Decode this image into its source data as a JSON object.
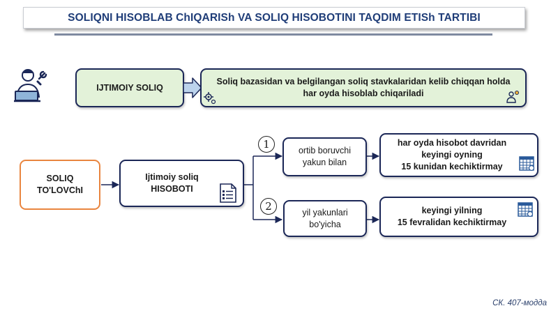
{
  "title": "SOLIQNI HISOBLAB ChIQARISh VA SOLIQ HISOBOTINI TAQDIM ETISh TARTIBI",
  "top_row": {
    "label": "IJTIMOIY SOLIQ",
    "description_line1": "Soliq bazasidan va belgilangan soliq stavkalaridan kelib chiqqan holda",
    "description_line2": "har oyda hisoblab chiqariladi"
  },
  "payer": {
    "line1": "SOLIQ",
    "line2": "TO'LOVChI"
  },
  "report": {
    "line1": "Ijtimoiy soliq",
    "line2": "HISOBOTI"
  },
  "branches": [
    {
      "number": "1",
      "condition_line1": "ortib boruvchi",
      "condition_line2": "yakun bilan",
      "deadline_line1": "har oyda hisobot davridan",
      "deadline_line2": "keyingi oyning",
      "deadline_line3": "15 kunidan kechiktirmay"
    },
    {
      "number": "2",
      "condition_line1": "yil yakunlari",
      "condition_line2": "bo'yicha",
      "deadline_line1": "keyingi yilning",
      "deadline_line2": "15 fevralidan kechiktirmay"
    }
  ],
  "footnote": "СК. 407-модда",
  "icons": {
    "worker": "worker-with-wrench-icon",
    "gear": "gear-icon",
    "person": "person-with-gear-icon",
    "document": "document-list-icon",
    "calendar": "calendar-icon"
  },
  "colors": {
    "title": "#1f3d78",
    "box_border": "#1b2757",
    "green_fill": "#e3f2d9",
    "orange_border": "#e9853f",
    "arrow": "#1b2757",
    "callout_arrow": "#bcd3ec"
  }
}
